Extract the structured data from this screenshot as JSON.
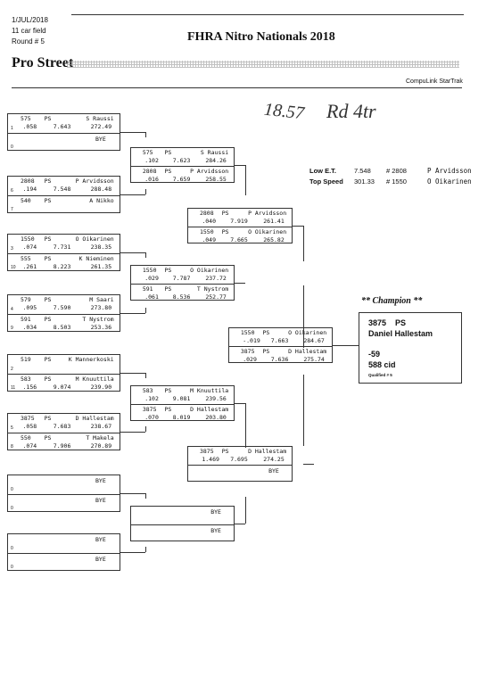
{
  "header": {
    "date": "1/JUL/2018",
    "field": "11 car field",
    "round": "Round # 5",
    "title": "FHRA Nitro Nationals 2018",
    "class": "Pro Street",
    "vendor": "CompuLink StarTrak"
  },
  "handwriting": {
    "time": "18.57",
    "scribble": "Rd 4tr"
  },
  "stats": {
    "low_et_label": "Low  E.T.",
    "low_et": "7.548",
    "low_et_num": "# 2808",
    "low_et_name": "P Arvidsson",
    "top_speed_label": "Top Speed",
    "top_speed": "301.33",
    "top_speed_num": "# 1550",
    "top_speed_name": "O Oikarinen"
  },
  "champion": {
    "heading": "** Champion **",
    "car": "3875    PS",
    "name": "Daniel Hallestam",
    "value": "-59",
    "cid": "588 cid",
    "qualified": "Qualified # 5"
  },
  "round1": [
    {
      "top": {
        "car": "575",
        "cls": "PS",
        "name": "S Raussi",
        "lane": "1",
        "rt": ".058",
        "et": "7.643",
        "mph": "272.49"
      },
      "bot": {
        "bye": "BYE",
        "lane": "0"
      }
    },
    {
      "top": {
        "car": "2808",
        "cls": "PS",
        "name": "P Arvidsson",
        "lane": "6",
        "rt": ".194",
        "et": "7.548",
        "mph": "288.48"
      },
      "bot": {
        "car": "540",
        "cls": "PS",
        "name": "A Nikko",
        "lane": "7"
      }
    },
    {
      "top": {
        "car": "1550",
        "cls": "PS",
        "name": "O Oikarinen",
        "lane": "3",
        "rt": ".074",
        "et": "7.731",
        "mph": "238.35"
      },
      "bot": {
        "car": "555",
        "cls": "PS",
        "name": "K Nieminen",
        "lane": "10",
        "rt": ".261",
        "et": "8.223",
        "mph": "261.35"
      }
    },
    {
      "top": {
        "car": "579",
        "cls": "PS",
        "name": "M Saari",
        "lane": "4",
        "rt": ".095",
        "et": "7.590",
        "mph": "273.80"
      },
      "bot": {
        "car": "591",
        "cls": "PS",
        "name": "T Nystrom",
        "lane": "9",
        "rt": ".034",
        "et": "8.503",
        "mph": "253.36"
      }
    },
    {
      "top": {
        "car": "519",
        "cls": "PS",
        "name": "K Mannerkoski",
        "lane": "2"
      },
      "bot": {
        "car": "583",
        "cls": "PS",
        "name": "M Knuuttila",
        "lane": "11",
        "rt": ".156",
        "et": "9.074",
        "mph": "239.90"
      }
    },
    {
      "top": {
        "car": "3875",
        "cls": "PS",
        "name": "D Hallestam",
        "lane": "5",
        "rt": ".058",
        "et": "7.683",
        "mph": "238.67"
      },
      "bot": {
        "car": "550",
        "cls": "PS",
        "name": "T Makela",
        "lane": "8",
        "rt": ".074",
        "et": "7.906",
        "mph": "270.89"
      }
    },
    {
      "top": {
        "bye": "BYE",
        "lane": "0"
      },
      "bot": {
        "bye": "BYE",
        "lane": "0"
      }
    },
    {
      "top": {
        "bye": "BYE",
        "lane": "0"
      },
      "bot": {
        "bye": "BYE",
        "lane": "0"
      }
    }
  ],
  "round2": [
    {
      "top": {
        "car": "575",
        "cls": "PS",
        "name": "S Raussi",
        "rt": ".102",
        "et": "7.623",
        "mph": "284.26"
      },
      "bot": {
        "car": "2808",
        "cls": "PS",
        "name": "P Arvidsson",
        "rt": ".016",
        "et": "7.659",
        "mph": "258.55"
      }
    },
    {
      "top": {
        "car": "1550",
        "cls": "PS",
        "name": "O Oikarinen",
        "rt": ".029",
        "et": "7.787",
        "mph": "237.72"
      },
      "bot": {
        "car": "591",
        "cls": "PS",
        "name": "T Nystrom",
        "rt": ".061",
        "et": "8.536",
        "mph": "252.77"
      }
    },
    {
      "top": {
        "car": "583",
        "cls": "PS",
        "name": "M Knuuttila",
        "rt": ".102",
        "et": "9.081",
        "mph": "239.56"
      },
      "bot": {
        "car": "3875",
        "cls": "PS",
        "name": "D Hallestam",
        "rt": ".070",
        "et": "8.019",
        "mph": "203.80"
      }
    },
    {
      "top": {
        "bye": "BYE"
      },
      "bot": {
        "bye": "BYE"
      }
    }
  ],
  "round3": [
    {
      "top": {
        "car": "2808",
        "cls": "PS",
        "name": "P Arvidsson",
        "rt": ".040",
        "et": "7.919",
        "mph": "261.41"
      },
      "bot": {
        "car": "1550",
        "cls": "PS",
        "name": "O Oikarinen",
        "rt": ".049",
        "et": "7.665",
        "mph": "265.82"
      }
    },
    {
      "top": {
        "car": "3875",
        "cls": "PS",
        "name": "D Hallestam",
        "rt": "1.469",
        "et": "7.695",
        "mph": "274.25"
      },
      "bot": {
        "bye": "BYE"
      }
    }
  ],
  "final": {
    "top": {
      "car": "1550",
      "cls": "PS",
      "name": "O Oikarinen",
      "rt": "-.019",
      "et": "7.663",
      "mph": "284.67"
    },
    "bot": {
      "car": "3875",
      "cls": "PS",
      "name": "D Hallestam",
      "rt": ".029",
      "et": "7.636",
      "mph": "275.74"
    }
  }
}
